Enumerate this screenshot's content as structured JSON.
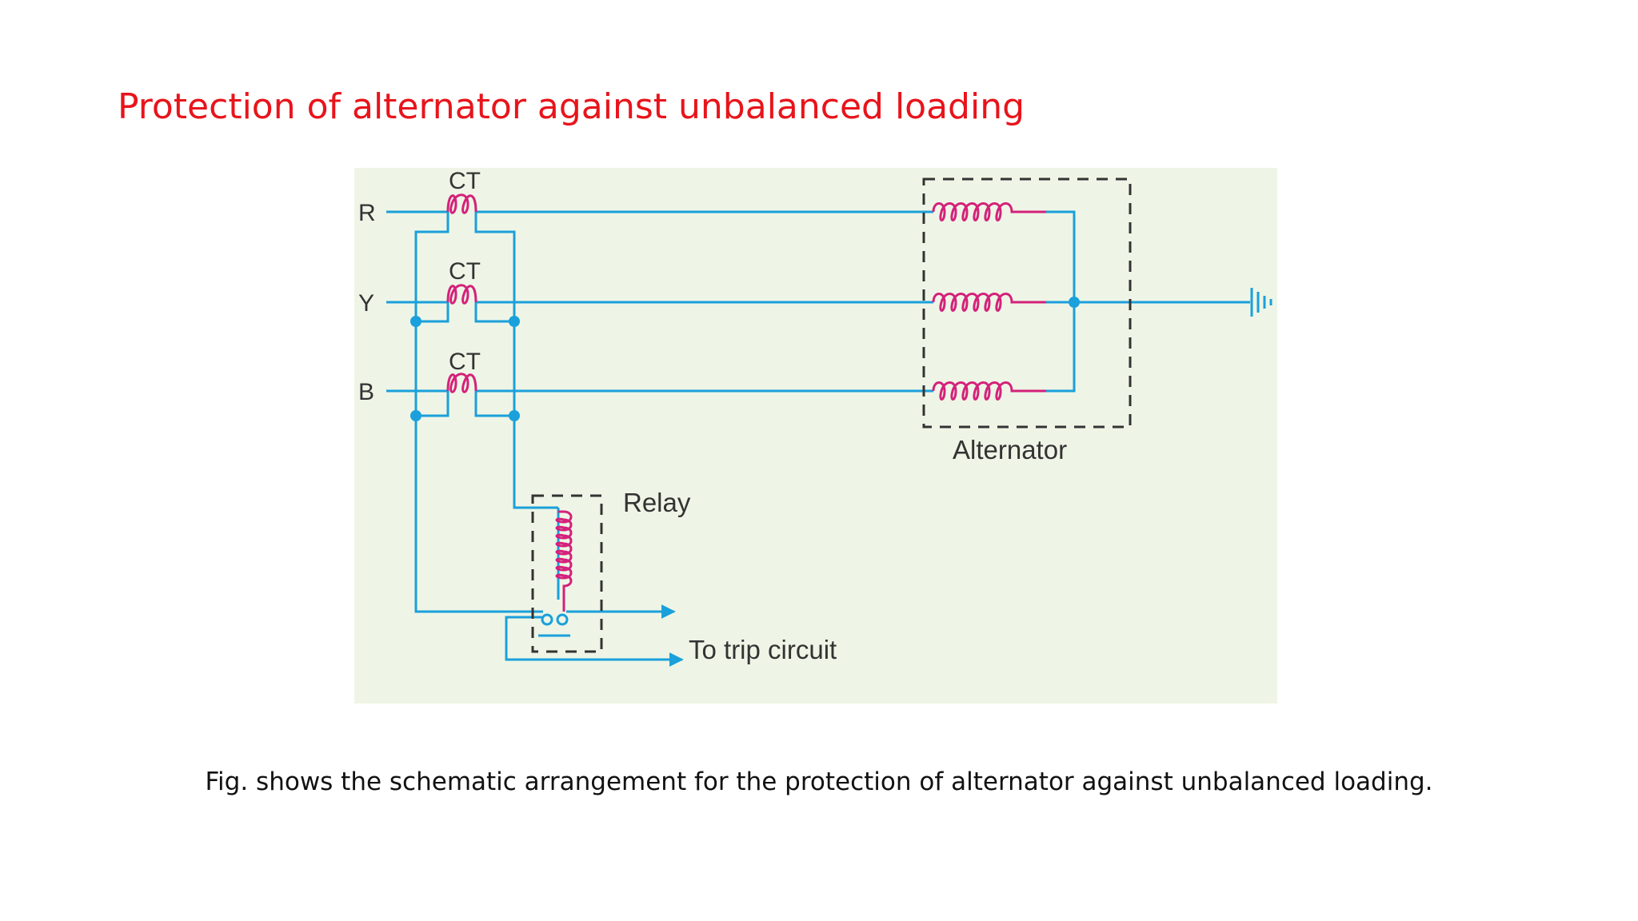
{
  "slide": {
    "title": "Protection of alternator against unbalanced loading",
    "caption": "Fig. shows the schematic arrangement for the protection of alternator against unbalanced loading."
  },
  "diagram": {
    "phases": [
      "R",
      "Y",
      "B"
    ],
    "ct_label": "CT",
    "relay_label": "Relay",
    "alternator_label": "Alternator",
    "trip_label": "To trip circuit"
  },
  "colors": {
    "title": "#e8141b",
    "wire": "#1aa0db",
    "coil": "#d4217a",
    "dashed_box": "#333333",
    "diagram_bg": "#eef5e6"
  }
}
